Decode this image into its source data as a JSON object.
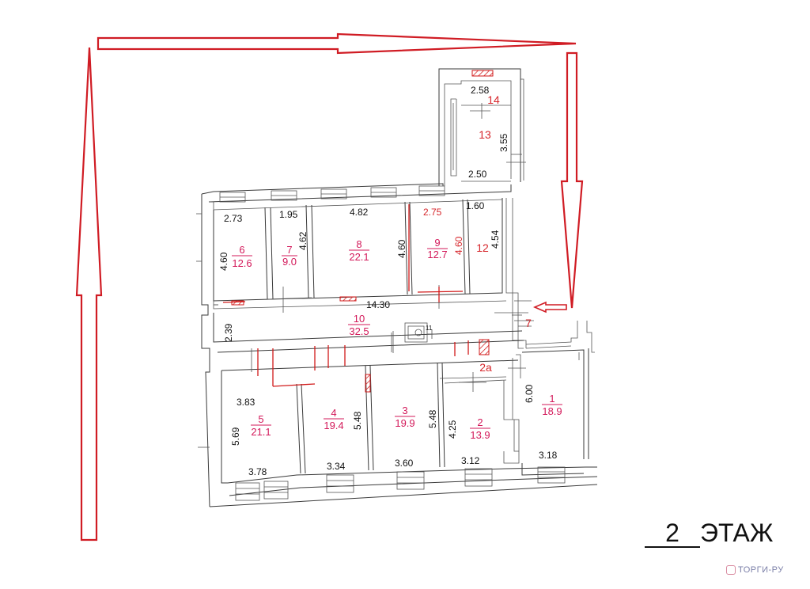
{
  "floor_label": {
    "number": "2",
    "text": "ЭТАЖ"
  },
  "watermark": {
    "text": "ТОРГИ-РУ",
    "icon": "house-logo-icon"
  },
  "colors": {
    "arrow": "#d01c24",
    "room_label": "#d3195a",
    "dimension": "#111111",
    "wall": "#3a3a3a"
  },
  "rooms": [
    {
      "id": "1",
      "number": "1",
      "area": "18.9"
    },
    {
      "id": "2",
      "number": "2",
      "area": "13.9"
    },
    {
      "id": "2a",
      "number": "2a",
      "area": ""
    },
    {
      "id": "3",
      "number": "3",
      "area": "19.9"
    },
    {
      "id": "4",
      "number": "4",
      "area": "19.4"
    },
    {
      "id": "5",
      "number": "5",
      "area": "21.1"
    },
    {
      "id": "6",
      "number": "6",
      "area": "12.6"
    },
    {
      "id": "7",
      "number": "7",
      "area": "9.0"
    },
    {
      "id": "8",
      "number": "8",
      "area": "22.1"
    },
    {
      "id": "9",
      "number": "9",
      "area": "12.7"
    },
    {
      "id": "10",
      "number": "10",
      "area": "32.5"
    },
    {
      "id": "11",
      "number": "11",
      "area": ""
    },
    {
      "id": "12",
      "number": "12",
      "area": ""
    },
    {
      "id": "13",
      "number": "13",
      "area": ""
    },
    {
      "id": "14",
      "number": "14",
      "area": ""
    },
    {
      "id": "entry7",
      "number": "7",
      "area": ""
    }
  ],
  "dimensions": {
    "r14_top": "2.58",
    "r13_side": "3.55",
    "r13_bottom": "2.50",
    "r6_top": "2.73",
    "r6_side": "4.60",
    "r7_top": "1.95",
    "r7_side": "4.62",
    "r8_top": "4.82",
    "r8_side": "4.60",
    "r9_top": "2.75",
    "r9_side": "4.60",
    "r12_top": "1.60",
    "r12_side": "4.54",
    "r10_top": "14.30",
    "r10_side": "2.39",
    "r5_top": "3.83",
    "r5_side": "5.69",
    "r5_bottom": "3.78",
    "r4_side": "5.48",
    "r4_bottom": "3.34",
    "r3_side": "5.48",
    "r3_bottom": "3.60",
    "r2_side": "4.25",
    "r2_bottom": "3.12",
    "r1_side": "6.00",
    "r1_bottom": "3.18"
  }
}
